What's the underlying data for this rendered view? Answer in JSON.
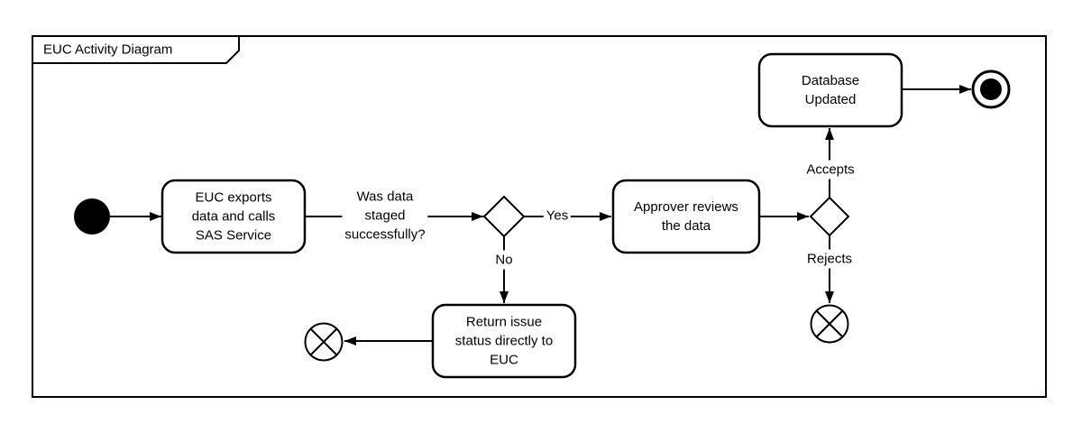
{
  "frame": {
    "title": "EUC Activity Diagram"
  },
  "nodes": {
    "export_task": {
      "label": "EUC exports\ndata and calls\nSAS Service"
    },
    "review_task": {
      "label": "Approver reviews\nthe data"
    },
    "database_task": {
      "label": "Database\nUpdated"
    },
    "return_task": {
      "label": "Return issue\nstatus directly to\nEUC"
    }
  },
  "edge_labels": {
    "question": "Was data\nstaged\nsuccessfully?",
    "yes": "Yes",
    "no": "No",
    "accepts": "Accepts",
    "rejects": "Rejects"
  },
  "colors": {
    "stroke": "#000000",
    "node_fill": "#ffffff",
    "background": "#ffffff"
  }
}
